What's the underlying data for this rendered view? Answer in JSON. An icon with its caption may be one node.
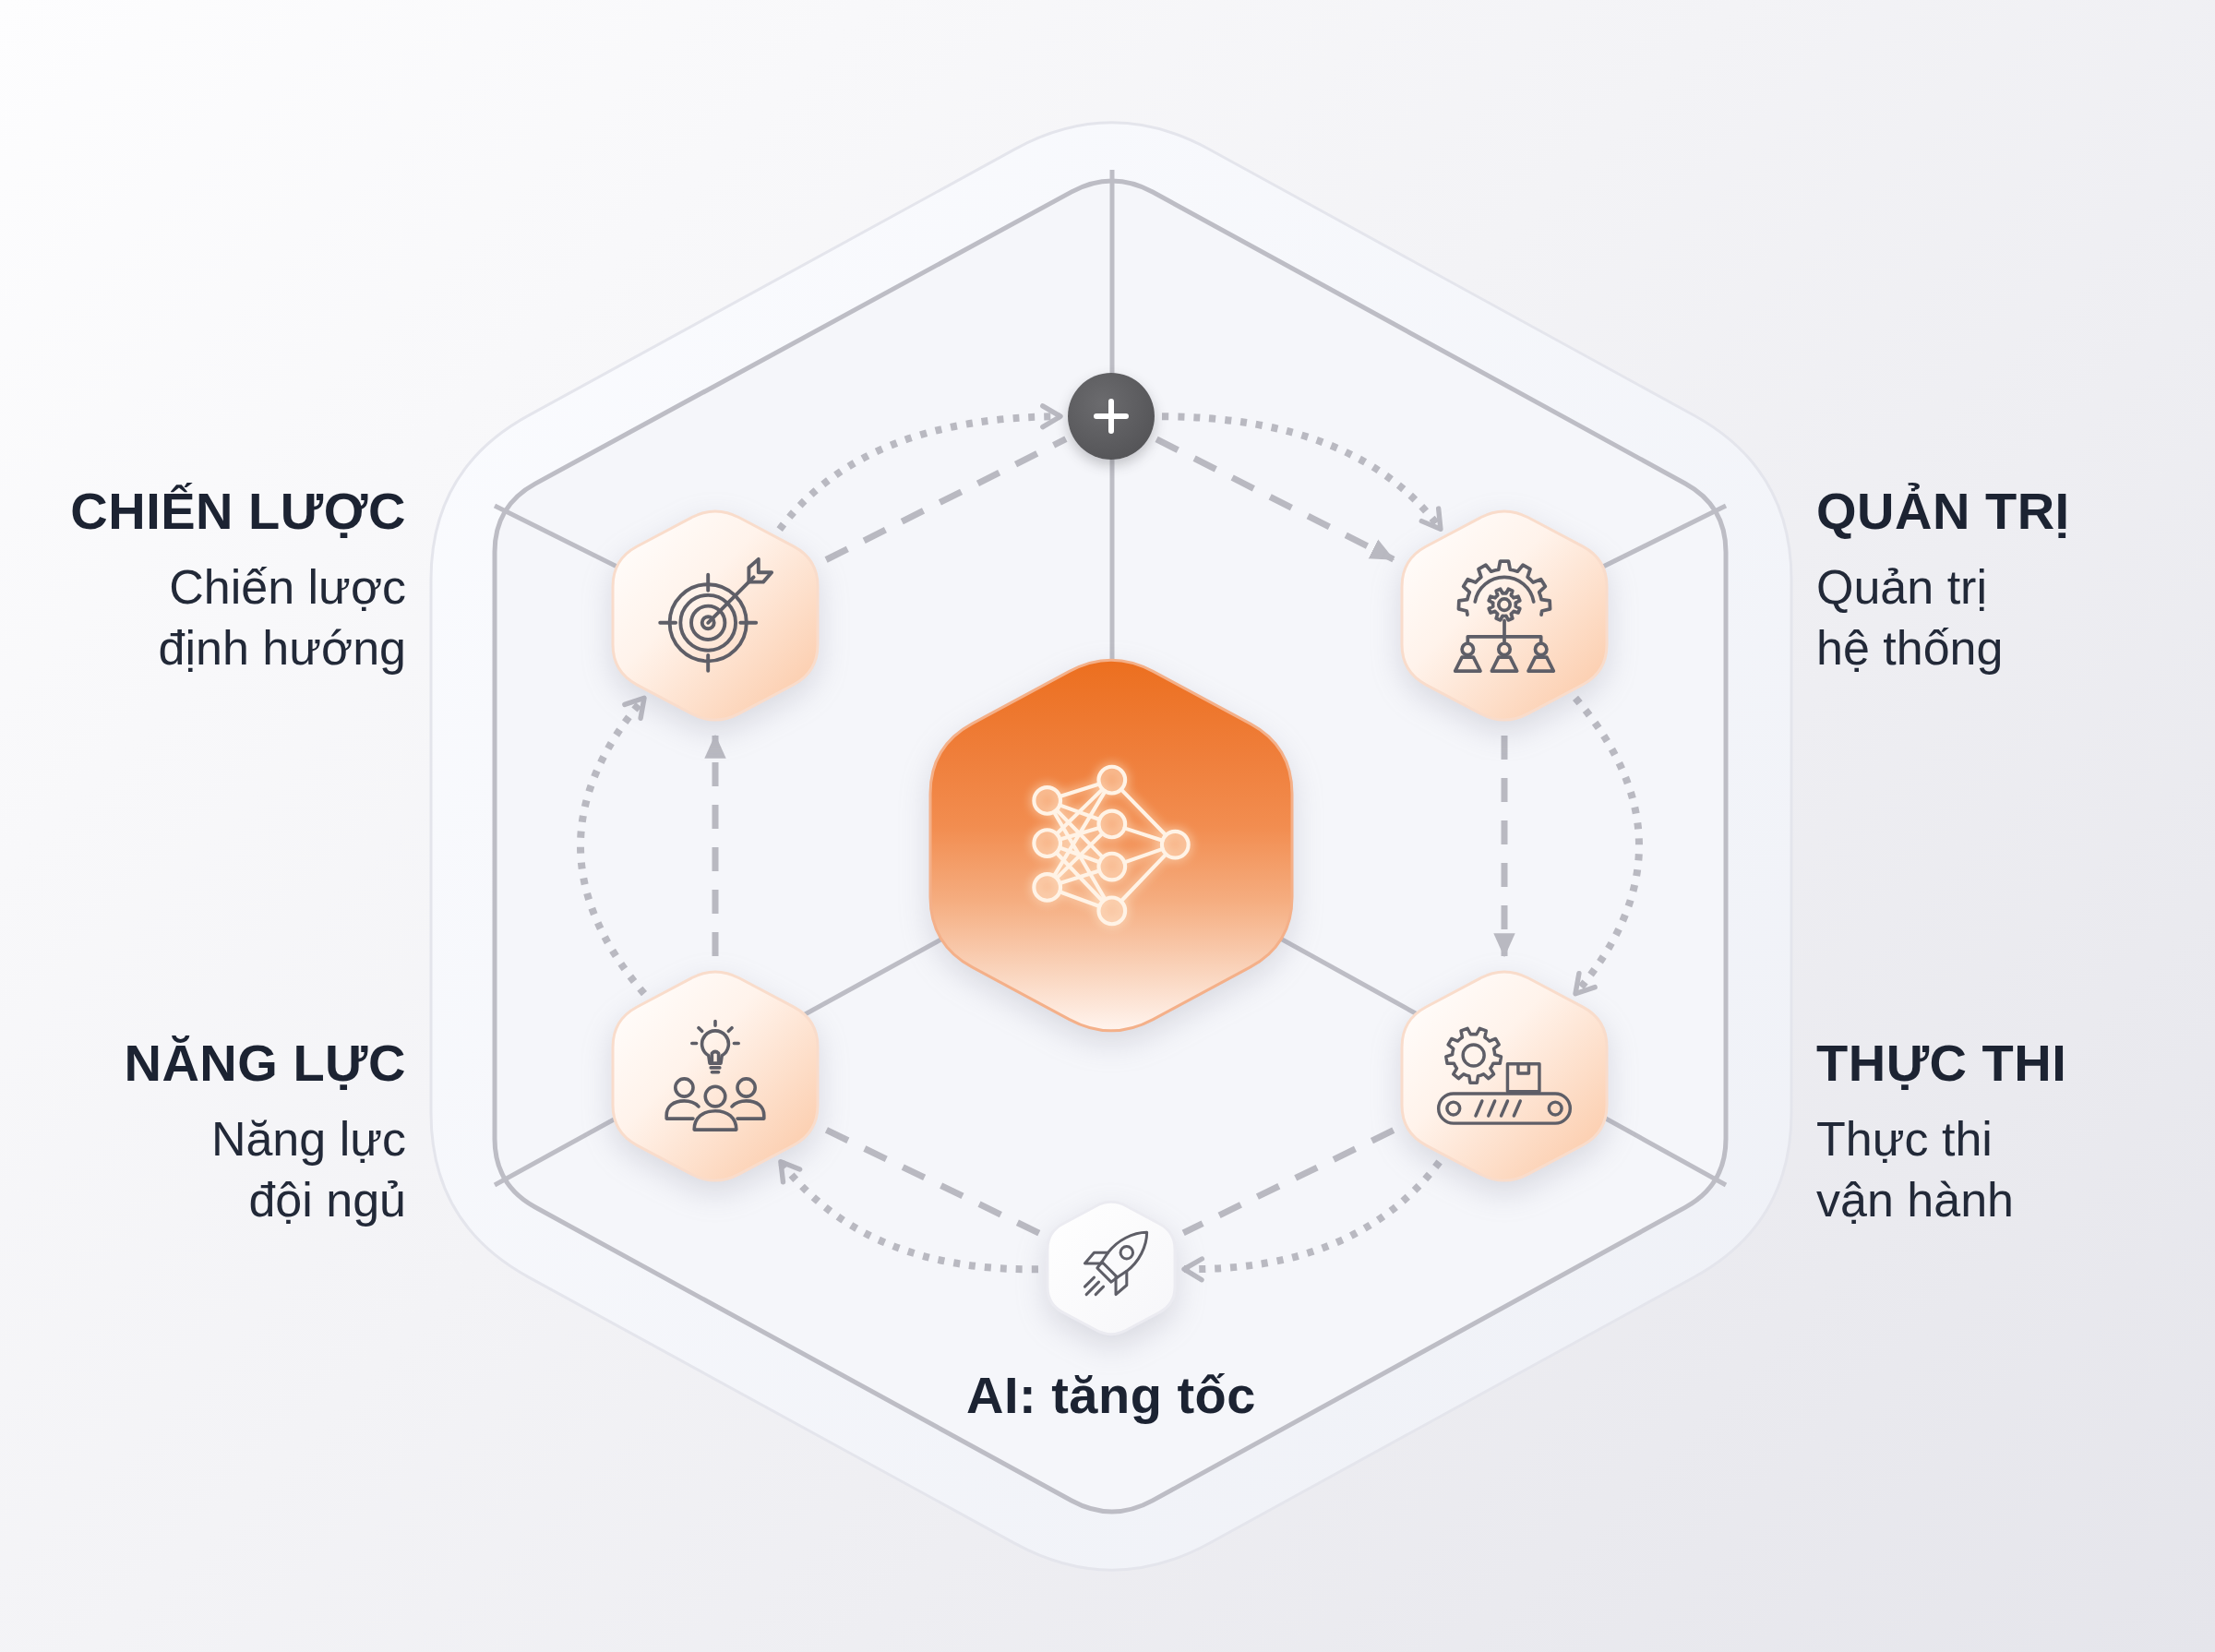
{
  "diagram": {
    "nodes": [
      {
        "text": [],
        "shape": "circle"
      },
      {
        "text": [],
        "shape": "hexagon",
        "beside": [
          "CHIẾN LƯỢC",
          "Chiến lược định hướng"
        ]
      },
      {
        "text": [],
        "shape": "hexagon",
        "beside": [
          "QUẢN TRỊ",
          "Quản trị hệ thống"
        ]
      },
      {
        "text": [],
        "shape": "hexagon"
      },
      {
        "text": [],
        "shape": "hexagon",
        "beside": [
          "NĂNG LỰC",
          "Năng lực đội ngủ"
        ]
      },
      {
        "text": [],
        "shape": "hexagon",
        "beside": [
          "THỰC THI",
          "Thực thi vận hành"
        ]
      },
      {
        "text": [],
        "shape": "hexagon",
        "beside": [
          "AI: tăng tốc"
        ]
      }
    ],
    "edges": [
      {
        "from": 1,
        "to": 0,
        "arrow": "to",
        "style": "dashed"
      },
      {
        "from": 1,
        "to": 0,
        "arrow": "none",
        "style": "dashed"
      },
      {
        "from": 0,
        "to": 2,
        "arrow": "to",
        "style": "dashed"
      },
      {
        "from": 0,
        "to": 2,
        "arrow": "to",
        "style": "dashed"
      },
      {
        "from": 2,
        "to": 5,
        "arrow": "to",
        "style": "dashed"
      },
      {
        "from": 2,
        "to": 5,
        "arrow": "to",
        "style": "dashed"
      },
      {
        "from": 5,
        "to": 6,
        "arrow": "none",
        "style": "dashed"
      },
      {
        "from": 5,
        "to": 6,
        "arrow": "to",
        "style": "dashed"
      },
      {
        "from": 6,
        "to": 4,
        "arrow": "to",
        "style": "dashed"
      },
      {
        "from": 6,
        "to": 4,
        "arrow": "none",
        "style": "dashed"
      },
      {
        "from": 4,
        "to": 1,
        "arrow": "to",
        "style": "dashed"
      },
      {
        "from": 4,
        "to": 1,
        "arrow": "to",
        "style": "dashed"
      }
    ]
  }
}
